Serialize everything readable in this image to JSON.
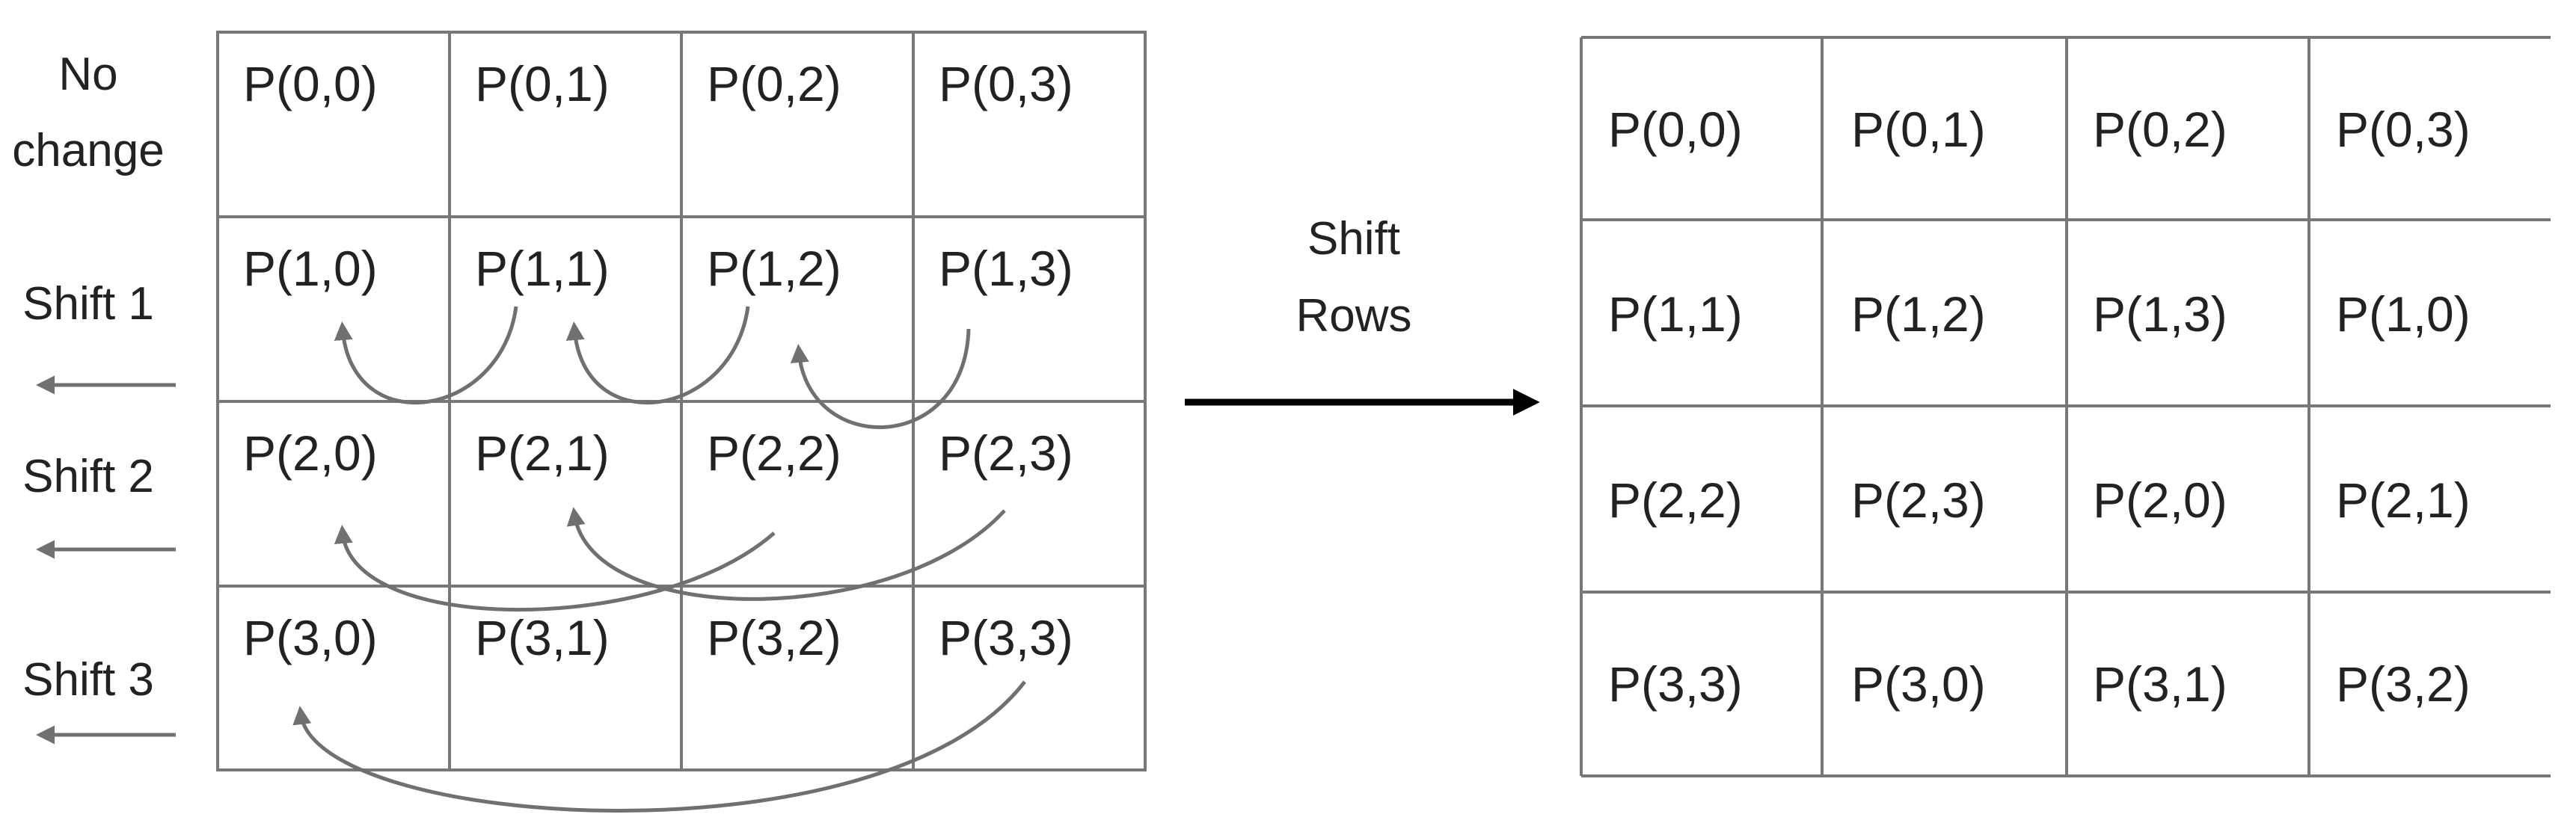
{
  "left_row_labels": [
    {
      "lines": [
        "No",
        "change"
      ]
    },
    {
      "lines": [
        "Shift 1"
      ]
    },
    {
      "lines": [
        "Shift 2"
      ]
    },
    {
      "lines": [
        "Shift 3"
      ]
    }
  ],
  "left_grid": [
    [
      "P(0,0)",
      "P(0,1)",
      "P(0,2)",
      "P(0,3)"
    ],
    [
      "P(1,0)",
      "P(1,1)",
      "P(1,2)",
      "P(1,3)"
    ],
    [
      "P(2,0)",
      "P(2,1)",
      "P(2,2)",
      "P(2,3)"
    ],
    [
      "P(3,0)",
      "P(3,1)",
      "P(3,2)",
      "P(3,3)"
    ]
  ],
  "operation": {
    "lines": [
      "Shift",
      "Rows"
    ]
  },
  "right_grid": [
    [
      "P(0,0)",
      "P(0,1)",
      "P(0,2)",
      "P(0,3)"
    ],
    [
      "P(1,1)",
      "P(1,2)",
      "P(1,3)",
      "P(1,0)"
    ],
    [
      "P(2,2)",
      "P(2,3)",
      "P(2,0)",
      "P(2,1)"
    ],
    [
      "P(3,3)",
      "P(3,0)",
      "P(3,1)",
      "P(3,2)"
    ]
  ],
  "colors": {
    "grid": "#777777",
    "arc": "#707070",
    "text": "#222222",
    "main_arrow": "#000000"
  }
}
